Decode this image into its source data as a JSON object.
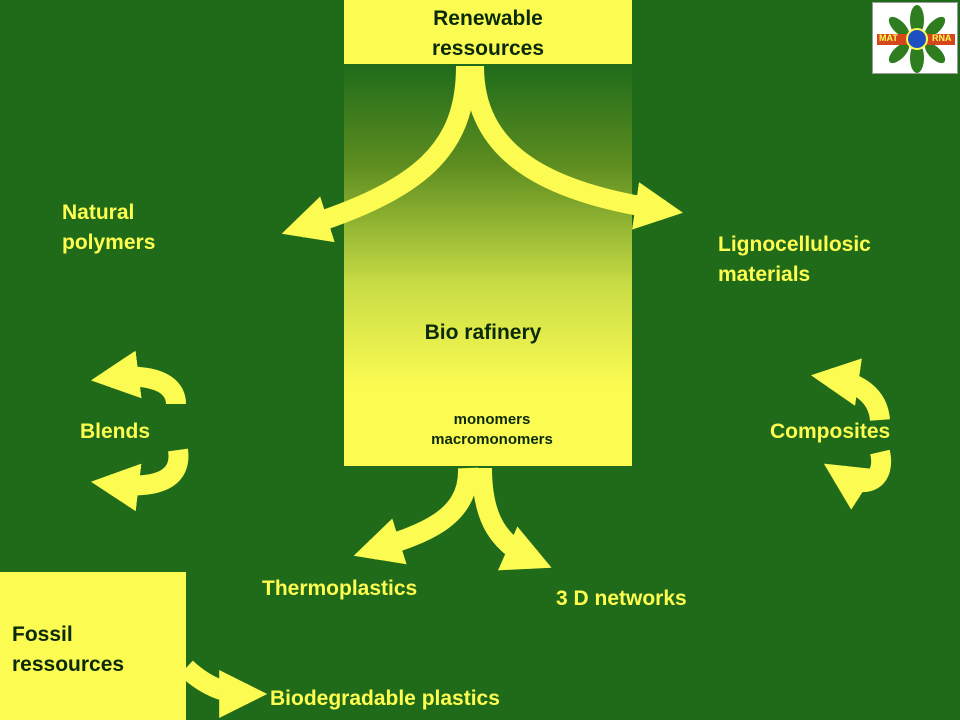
{
  "renewable": "Renewable\nressources",
  "natural_polymers": "Natural\npolymers",
  "lignocellulosic": "Lignocellulosic\nmaterials",
  "bio_rafinery": "Bio rafinery",
  "monomers": "monomers\nmacromonomers",
  "blends": "Blends",
  "composites": "Composites",
  "thermoplastics": "Thermoplastics",
  "networks_3d": "3 D networks",
  "fossil": "Fossil\nressources",
  "biodegradable": "Biodegradable plastics",
  "logo_left": "MAT",
  "logo_right": "RNA",
  "colors": {
    "background": "#1f6b1a",
    "accent_yellow": "#fbfb52",
    "logo_orb": "#1e4fc2",
    "logo_bar": "#d4471c",
    "logo_leaves": "#2e7d1e"
  }
}
